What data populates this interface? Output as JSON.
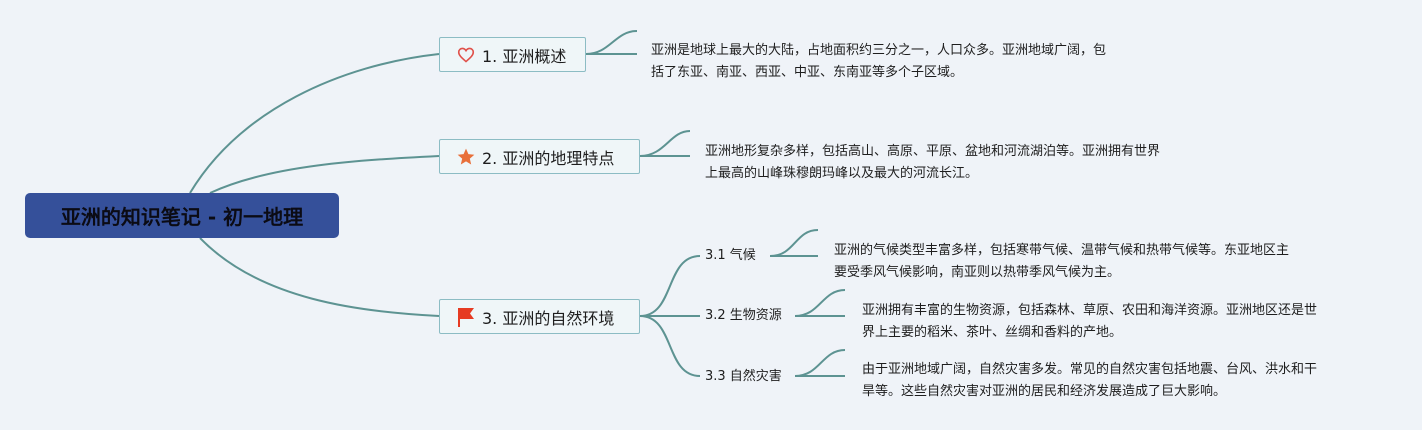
{
  "root": {
    "title": "亚洲的知识笔记 - 初一地理"
  },
  "topics": [
    {
      "title": "1. 亚洲概述",
      "icon": "heart-icon",
      "note": [
        "亚洲是地球上最大的大陆，占地面积约三分之一，人口众多。亚洲地域广阔，包",
        "括了东亚、南亚、西亚、中亚、东南亚等多个子区域。"
      ]
    },
    {
      "title": "2. 亚洲的地理特点",
      "icon": "star-icon",
      "note": [
        "亚洲地形复杂多样，包括高山、高原、平原、盆地和河流湖泊等。亚洲拥有世界",
        "上最高的山峰珠穆朗玛峰以及最大的河流长江。"
      ]
    },
    {
      "title": "3. 亚洲的自然环境",
      "icon": "flag-icon",
      "subtopics": [
        {
          "title": "3.1 气候",
          "note": [
            "亚洲的气候类型丰富多样，包括寒带气候、温带气候和热带气候等。东亚地区主",
            "要受季风气候影响，南亚则以热带季风气候为主。"
          ]
        },
        {
          "title": "3.2 生物资源",
          "note": [
            "亚洲拥有丰富的生物资源，包括森林、草原、农田和海洋资源。亚洲地区还是世",
            "界上主要的稻米、茶叶、丝绸和香料的产地。"
          ]
        },
        {
          "title": "3.3 自然灾害",
          "note": [
            "由于亚洲地域广阔，自然灾害多发。常见的自然灾害包括地震、台风、洪水和干",
            "旱等。这些自然灾害对亚洲的居民和经济发展造成了巨大影响。"
          ]
        }
      ]
    }
  ],
  "colors": {
    "background": "#eff3f8",
    "root_fill": "#35509a",
    "branch_line": "#5d9392",
    "topic_border": "#8cbcc4",
    "heart": "#e0514a",
    "star": "#e8703a",
    "flag": "#e63b22"
  }
}
